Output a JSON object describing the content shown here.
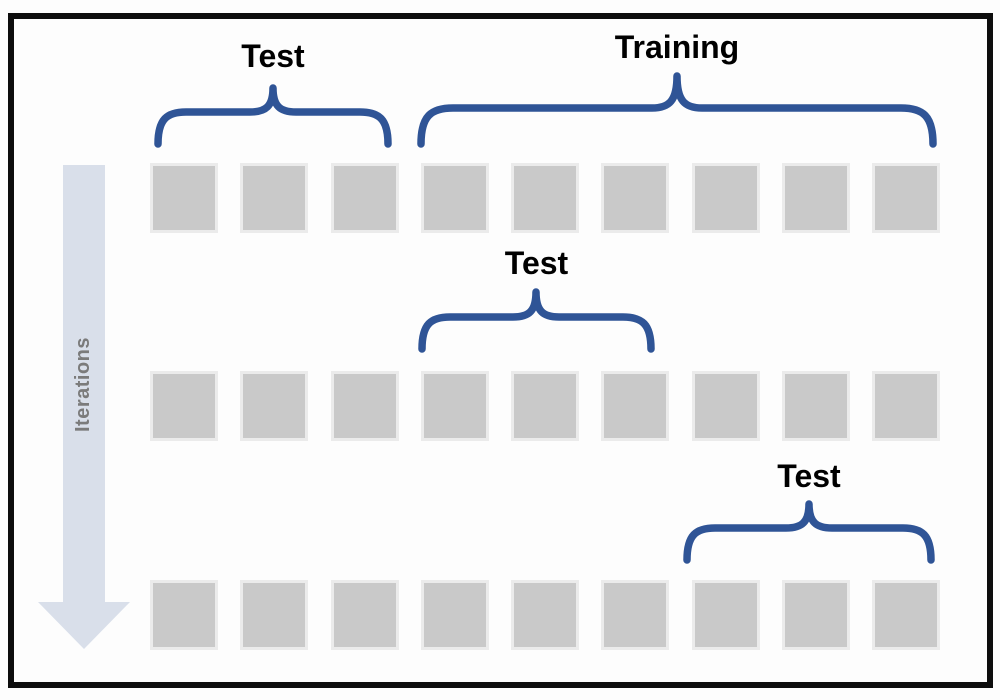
{
  "diagram": {
    "type": "k-fold cross-validation",
    "axis_label": "Iterations",
    "num_iterations": 3,
    "num_folds_per_row": 9,
    "braces": [
      {
        "id": "row1-test",
        "label": "Test",
        "row": 1,
        "folds_start": 1,
        "folds_end": 3
      },
      {
        "id": "row1-training",
        "label": "Training",
        "row": 1,
        "folds_start": 4,
        "folds_end": 9
      },
      {
        "id": "row2-test",
        "label": "Test",
        "row": 2,
        "folds_start": 4,
        "folds_end": 6
      },
      {
        "id": "row3-test",
        "label": "Test",
        "row": 3,
        "folds_start": 7,
        "folds_end": 9
      }
    ],
    "colors": {
      "brace": "#2f5496",
      "square_fill": "#c9c9c9",
      "square_border": "#ebebeb",
      "arrow_fill": "#d9dfea",
      "iterations_text": "#7b7b7b",
      "label_text": "#000000",
      "frame_border": "#0d0d0d"
    }
  }
}
